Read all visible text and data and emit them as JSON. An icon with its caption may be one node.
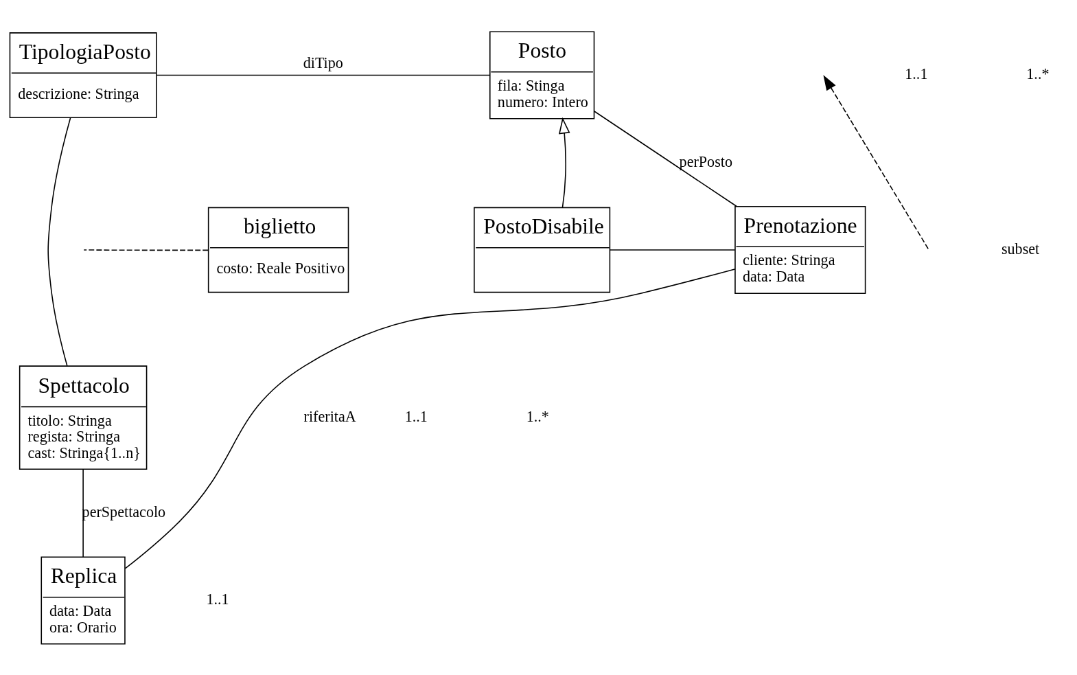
{
  "diagram": {
    "nodes": [
      {
        "text": [
          "TipologiaPosto",
          "descrizione: Stringa"
        ]
      },
      {
        "text": [
          "Posto",
          "fila: Stinga",
          "numero: Intero"
        ]
      },
      {
        "text": [
          "biglietto",
          "costo: Reale Positivo"
        ]
      },
      {
        "text": [
          "PostoDisabile"
        ]
      },
      {
        "text": [
          "Prenotazione",
          "cliente: Stringa",
          "data: Data"
        ]
      },
      {
        "text": [
          "Spettacolo",
          "titolo: Stringa",
          "regista: Stringa",
          "cast: Stringa{1..n}"
        ]
      },
      {
        "text": [
          "Replica",
          "data: Data",
          "ora: Orario"
        ]
      }
    ],
    "edges": [
      {
        "from": 0,
        "to": 1,
        "arrow": "none",
        "label": "diTipo"
      },
      {
        "from": 1,
        "to": 4,
        "arrow": "none",
        "label": "perPosto"
      },
      {
        "from": 0,
        "to": 5,
        "arrow": "none"
      },
      {
        "from": 2,
        "to": null,
        "arrow": "none",
        "style": "dashed"
      },
      {
        "from": 3,
        "to": 1,
        "arrow": "to"
      },
      {
        "from": 3,
        "to": 4,
        "arrow": "none"
      },
      {
        "from": 5,
        "to": 6,
        "arrow": "none",
        "label": "perSpettacolo"
      },
      {
        "from": 6,
        "to": 4,
        "arrow": "none",
        "label": "riferitaA"
      }
    ],
    "labels": [
      "1..1",
      "1..*",
      "subset",
      "1..1",
      "1..*",
      "1..1"
    ]
  }
}
